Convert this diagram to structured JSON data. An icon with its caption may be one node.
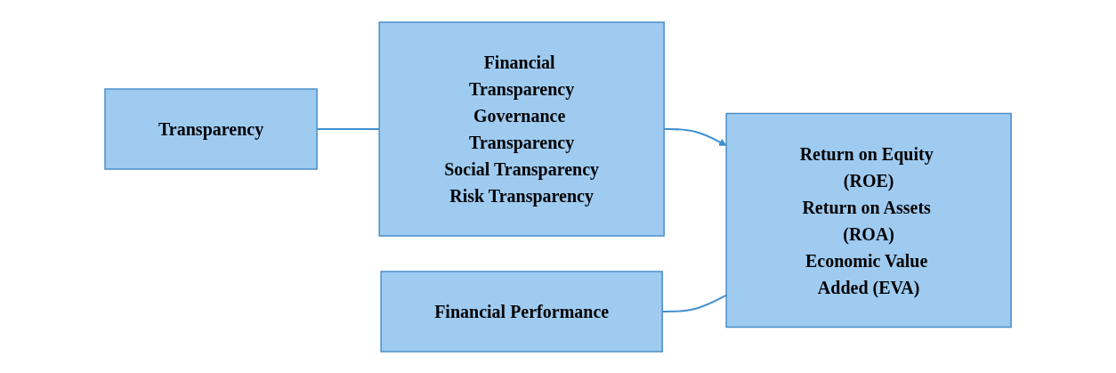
{
  "diagram": {
    "nodes": [
      {
        "text": [
          "Transparency"
        ]
      },
      {
        "text": [
          "Financial Transparency",
          "Governance Transparency",
          "Social Transparency",
          "Risk Transparency"
        ]
      },
      {
        "text": [
          "Financial Performance"
        ]
      },
      {
        "text": [
          "Return on Equity (ROE)",
          "Return on Assets (ROA)",
          "Economic Value Added (EVA)"
        ]
      }
    ],
    "edges": [
      {
        "from": 0,
        "to": 1,
        "arrow": "none"
      },
      {
        "from": 1,
        "to": 3,
        "arrow": "to"
      },
      {
        "from": 2,
        "to": 3,
        "arrow": "none"
      }
    ]
  }
}
